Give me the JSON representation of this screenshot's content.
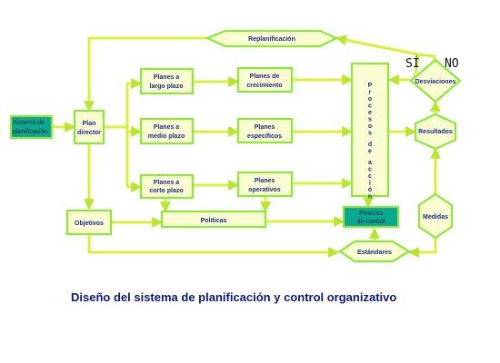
{
  "nodes": {
    "sistema": [
      "Sistema de",
      "planificación"
    ],
    "plan_director": [
      "Plan",
      "director"
    ],
    "largo_plazo": [
      "Planes a",
      "largo plazo"
    ],
    "medio_plazo": [
      "Planes a",
      "medio plazo"
    ],
    "corto_plazo": [
      "Planes a",
      "corto plazo"
    ],
    "crecimiento": [
      "Planes de",
      "crecimiento"
    ],
    "especificos": [
      "Planes",
      "específicos"
    ],
    "operativos": [
      "Planes",
      "operativos"
    ],
    "procesos": "Procesos de acción",
    "objetivos": "Objetivos",
    "politicas": "Políticas",
    "proceso_control": [
      "Proceso",
      "de control"
    ],
    "replanificacion": "Replanificación",
    "desviaciones": "Desviaciones",
    "resultados": "Resultados",
    "medidas": "Medidas",
    "estandares": "Estándares"
  },
  "labels": {
    "si": "SÍ",
    "no": "NO"
  },
  "caption": "Diseño del sistema de planificación y control organizativo",
  "colors": {
    "line": "#d9f03a",
    "box_fill": "#fafcd2",
    "box_border": "#8ee83a",
    "text": "#1c2a8c",
    "teal": "#0aa890",
    "caption": "#0a1a7a"
  }
}
